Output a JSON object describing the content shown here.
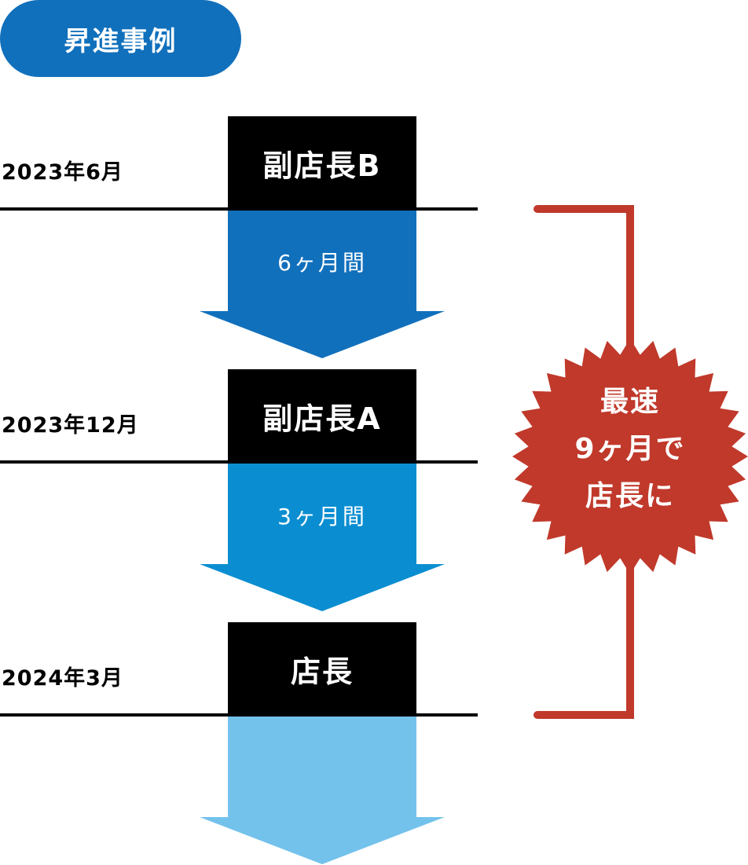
{
  "header": {
    "label": "昇進事例"
  },
  "timeline": [
    {
      "date": "2023年6月",
      "role": "副店長B"
    },
    {
      "date": "2023年12月",
      "role": "副店長A"
    },
    {
      "date": "2024年3月",
      "role": "店長"
    }
  ],
  "durations": [
    {
      "label": "6ヶ月間"
    },
    {
      "label": "3ヶ月間"
    }
  ],
  "badge": {
    "lines": [
      "最速",
      "9ヶ月で",
      "店長に"
    ]
  },
  "colors": {
    "header_bg": "#1170bc",
    "arrow_1": "#1170bc",
    "arrow_2": "#0a8ed1",
    "arrow_3": "#73c2ec",
    "badge": "#c0392b",
    "role_box": "#000000"
  }
}
